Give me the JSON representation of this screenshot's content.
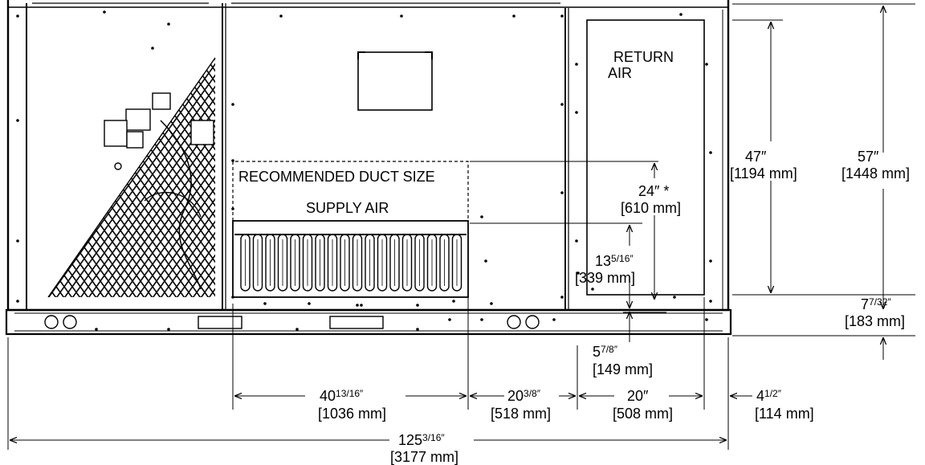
{
  "labels": {
    "return_air_1": "RETURN",
    "return_air_2": "AIR",
    "recommended_duct": "RECOMMENDED DUCT SIZE",
    "supply_air": "SUPPLY AIR"
  },
  "dimensions": {
    "h47_in": "47″",
    "h47_mm": "[1194 mm]",
    "h57_in": "57″",
    "h57_mm": "[1448 mm]",
    "h24_in": "24″ *",
    "h24_mm": "[610 mm]",
    "h13_in_whole": "13",
    "h13_in_frac": "5/16″",
    "h13_mm": "[339 mm]",
    "h7_in_whole": "7",
    "h7_in_frac": "7/32″",
    "h7_mm": "[183 mm]",
    "h5_in_whole": "5",
    "h5_in_frac": "7/8″",
    "h5_mm": "[149 mm]",
    "w40_in_whole": "40",
    "w40_in_frac": "13/16″",
    "w40_mm": "[1036 mm]",
    "w20a_in_whole": "20",
    "w20a_in_frac": "3/8″",
    "w20a_mm": "[518 mm]",
    "w20_in": "20″",
    "w20_mm": "[508 mm]",
    "w4_in_whole": "4",
    "w4_in_frac": "1/2″",
    "w4_mm": "[114 mm]",
    "w125_in_whole": "125",
    "w125_in_frac": "3/16″",
    "w125_mm": "[3177 mm]"
  }
}
